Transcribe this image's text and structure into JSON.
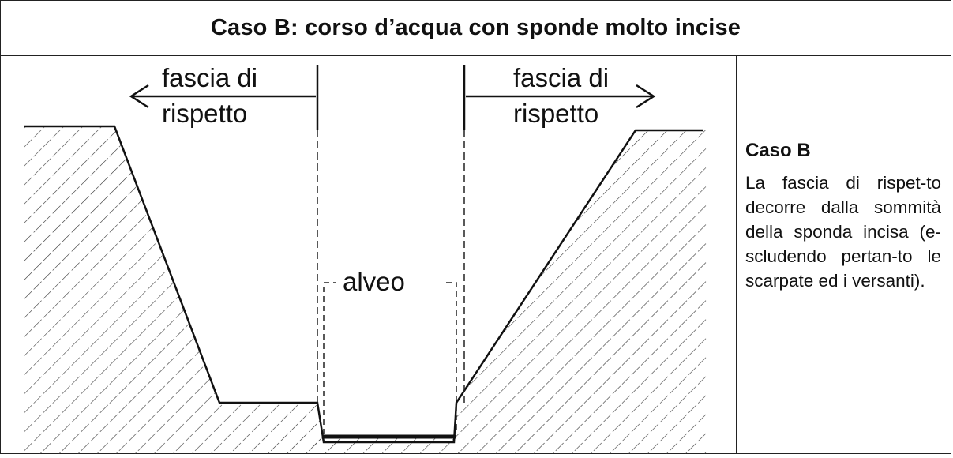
{
  "title": "Caso B: corso d’acqua con sponde molto incise",
  "diagram": {
    "left_label_line1": "fascia di",
    "left_label_line2": "rispetto",
    "right_label_line1": "fascia di",
    "right_label_line2": "rispetto",
    "channel_label": "alveo"
  },
  "side_panel": {
    "heading": "Caso B",
    "body": "La fascia di rispet-to decorre dalla sommità della sponda incisa (e-scludendo pertan-to le scarpate ed i versanti)."
  }
}
